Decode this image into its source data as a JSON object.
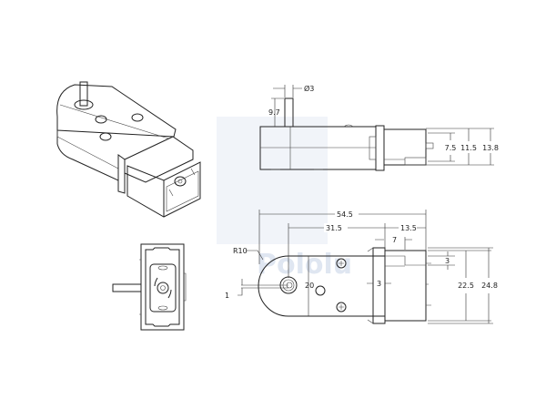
{
  "watermark": {
    "text": "Pololu",
    "color": "#dfe6f1"
  },
  "side_view": {
    "shaft_diameter": "Ø3",
    "shaft_height": "9.7",
    "connector_dims": [
      "7.5",
      "11.5",
      "13.8"
    ]
  },
  "bottom_view": {
    "overall_length": "54.5",
    "shaft_to_flange": "31.5",
    "connector_length": "13.5",
    "tab_offset": "7",
    "tab_width": "3",
    "flange_thickness": "3",
    "body_width": "20",
    "radius": "R10",
    "shaft_offset": "1",
    "connector_height": "22.5",
    "flange_height": "24.8"
  }
}
